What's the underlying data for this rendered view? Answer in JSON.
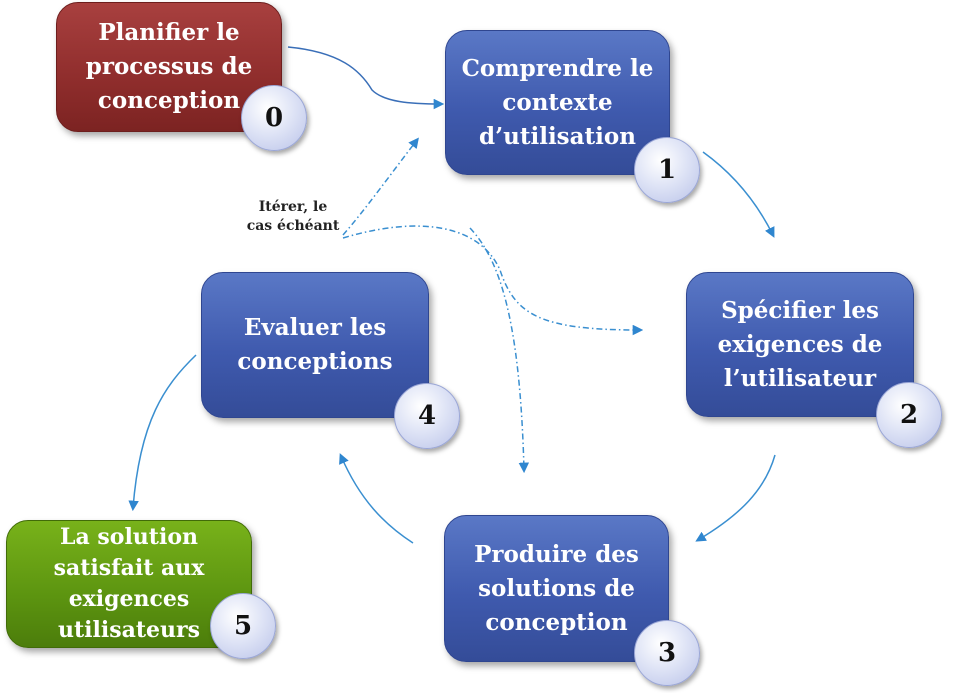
{
  "nodes": [
    {
      "id": "0",
      "label": "Planifier le\nprocessus de\nconception",
      "number": "0"
    },
    {
      "id": "1",
      "label": "Comprendre le\ncontexte\nd’utilisation",
      "number": "1"
    },
    {
      "id": "2",
      "label": "Spécifier les\nexigences de\nl’utilisateur",
      "number": "2"
    },
    {
      "id": "3",
      "label": "Produire des\nsolutions de\nconception",
      "number": "3"
    },
    {
      "id": "4",
      "label": "Evaluer les\nconceptions",
      "number": "4"
    },
    {
      "id": "5",
      "label": "La solution\nsatisfait aux\nexigences\nutilisateurs",
      "number": "5"
    }
  ],
  "iterate_note": "Itérer, le\ncas échéant",
  "colors": {
    "process": "#3f5aae",
    "plan": "#8f2d2c",
    "result": "#5c9410",
    "arrow": "#3a8fd0"
  }
}
